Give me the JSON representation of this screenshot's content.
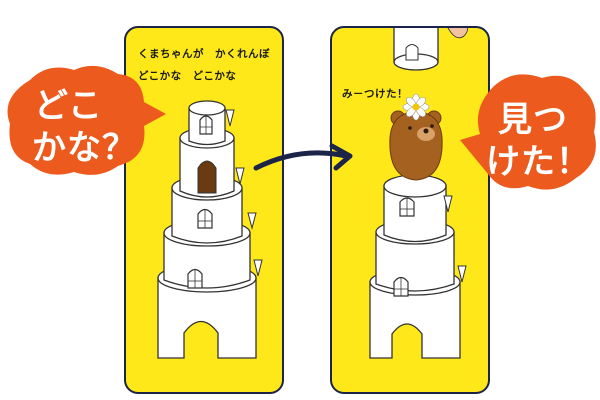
{
  "left_panel": {
    "caption_line1": "くまちゃんが　かくれんぼ",
    "caption_line2": "どこかな　どこかな"
  },
  "right_panel": {
    "caption": "み－つけた！"
  },
  "left_bubble": {
    "line1": "どこ",
    "line2": "かな？"
  },
  "right_bubble": {
    "line1": "見つ",
    "line2": "けた！"
  },
  "colors": {
    "panel_yellow": "#ffe81a",
    "bubble_orange": "#ec5a1e",
    "outline_navy": "#1c2448",
    "bear_brown": "#a4611f"
  },
  "icons": [
    "arrow-right-icon",
    "flower-icon",
    "bear-illustration",
    "tower-illustration"
  ]
}
